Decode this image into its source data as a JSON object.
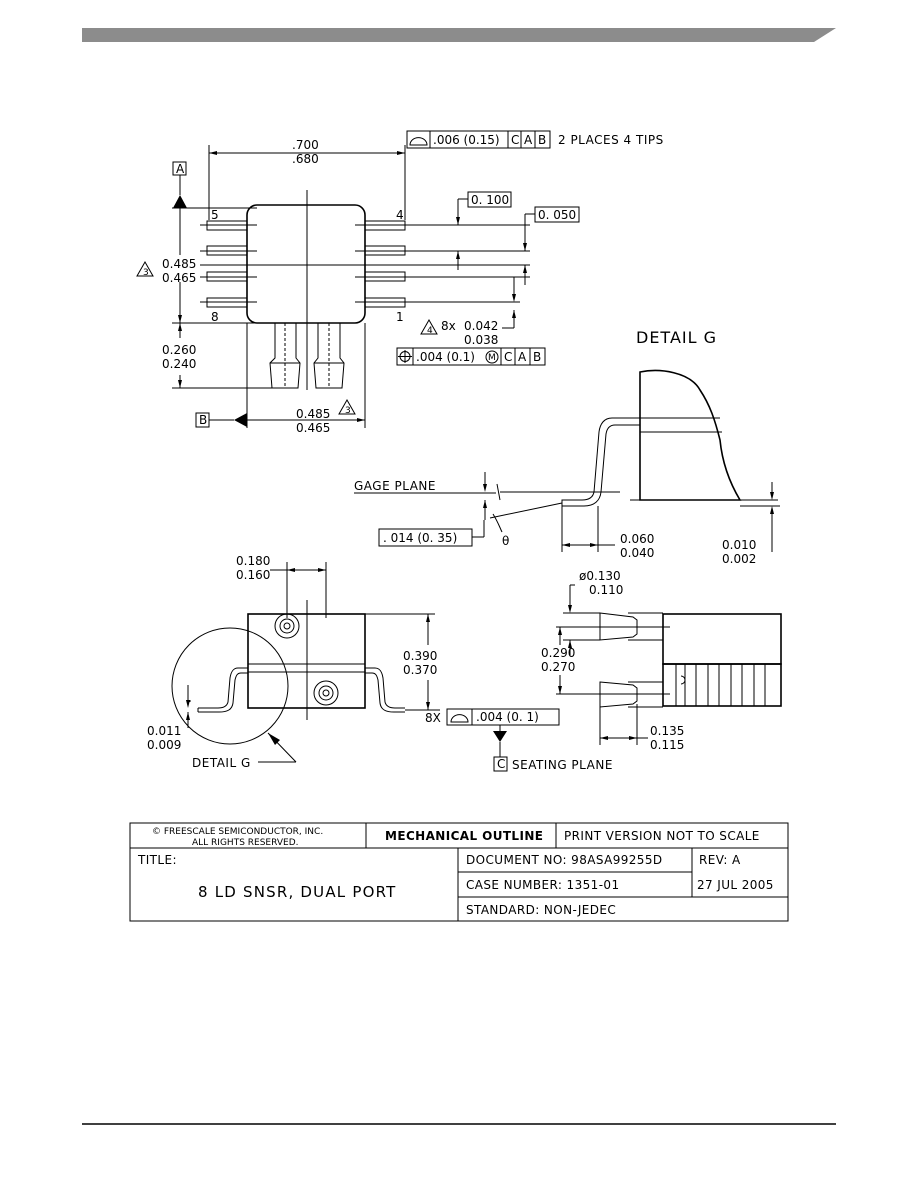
{
  "header_bar": {
    "color": "#8c8c8c"
  },
  "top_view": {
    "datum_a": "A",
    "datum_b": "B",
    "pin_5": "5",
    "pin_4": "4",
    "pin_8": "8",
    "pin_1": "1",
    "width_max": ".700",
    "width_min": ".680",
    "profile_tol": ".006 (0.15)",
    "profile_ref_c": "C",
    "profile_ref_a": "A",
    "profile_ref_b": "B",
    "profile_note": "2 PLACES 4 TIPS",
    "pitch": "0. 100",
    "lead_ref": "0. 050",
    "body_h_max": "0.485",
    "body_h_min": "0.465",
    "note3": "3",
    "port_max": "0.260",
    "port_min": "0.240",
    "lead_note_num": "4",
    "lead_count": "8x",
    "lead_w_max": "0.042",
    "lead_w_min": "0.038",
    "pos_tol": ".004 (0.1)",
    "pos_mod": "M",
    "pos_ref_c": "C",
    "pos_ref_a": "A",
    "pos_ref_b": "B",
    "body_w_max": "0.485",
    "body_w_min": "0.465"
  },
  "detail_g": {
    "title": "DETAIL G",
    "gage_plane": "GAGE PLANE",
    "gage_value": ". 014 (0. 35)",
    "theta": "θ",
    "foot_max": "0.060",
    "foot_min": "0.040",
    "stand_max": "0.010",
    "stand_min": "0.002"
  },
  "front_view": {
    "offset_max": "0.180",
    "offset_min": "0.160",
    "height_max": "0.390",
    "height_min": "0.370",
    "lead_t_max": "0.011",
    "lead_t_min": "0.009",
    "detail_label": "DETAIL G",
    "copl_count": "8X",
    "copl_tol": ".004 (0. 1)",
    "datum_c": "C",
    "seating_plane": "SEATING PLANE"
  },
  "side_view": {
    "port_d_max": "ø0.130",
    "port_d_min": "0.110",
    "port_pitch_max": "0.290",
    "port_pitch_min": "0.270",
    "port_len_max": "0.135",
    "port_len_min": "0.115"
  },
  "title_block": {
    "copyright_1": "© FREESCALE SEMICONDUCTOR, INC.",
    "copyright_2": "ALL RIGHTS RESERVED.",
    "mech_outline": "MECHANICAL OUTLINE",
    "print_version": "PRINT VERSION NOT TO SCALE",
    "title_label": "TITLE:",
    "title_value": "8 LD SNSR,  DUAL PORT",
    "document_no": "DOCUMENT NO: 98ASA99255D",
    "rev": "REV: A",
    "case_number": "CASE NUMBER: 1351-01",
    "date": "27 JUL 2005",
    "standard": "STANDARD: NON-JEDEC"
  }
}
